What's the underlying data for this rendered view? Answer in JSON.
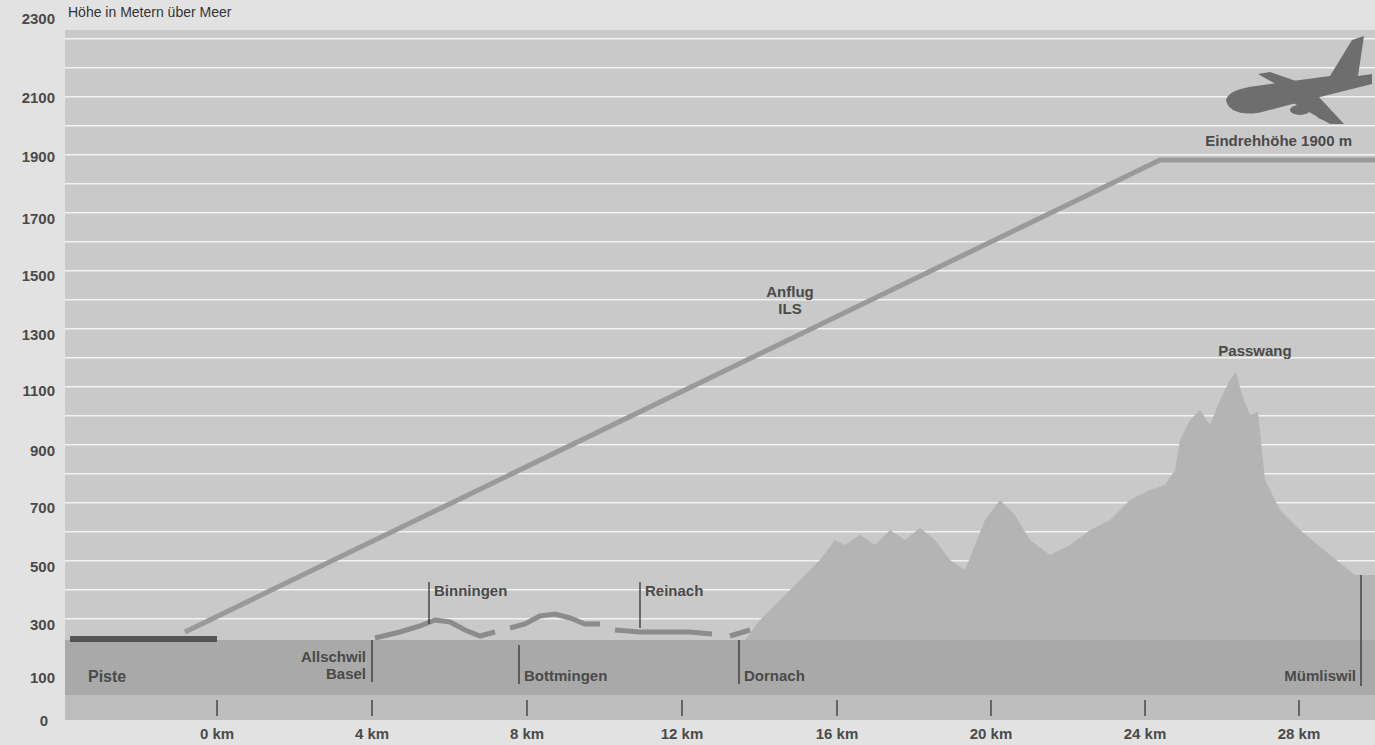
{
  "diagram": {
    "labels": [
      "Höhe in Metern über Meer",
      "2300",
      "2100",
      "1900",
      "1700",
      "1500",
      "1300",
      "1100",
      "900",
      "700",
      "500",
      "300",
      "100",
      "0",
      "0 km",
      "4 km",
      "8 km",
      "12 km",
      "16 km",
      "20 km",
      "24 km",
      "28 km",
      "Eindrehhöhe 1900 m",
      "Anflug ILS",
      "Passwang",
      "Piste",
      "Allschwil Basel",
      "Binningen",
      "Bottmingen",
      "Reinach",
      "Dornach",
      "Mümliswil"
    ]
  }
}
